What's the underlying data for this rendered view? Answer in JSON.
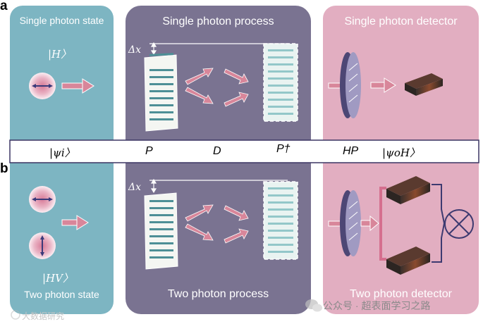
{
  "labels": {
    "a": "a",
    "b": "b"
  },
  "panels": {
    "state_top": "Single photon state",
    "process_top": "Single photon process",
    "detector_top": "Single photon detector",
    "state_bottom": "Two photon state",
    "process_bottom": "Two photon process",
    "detector_bottom": "Two photon detector"
  },
  "states": {
    "single": "|H〉",
    "two": "|HV〉"
  },
  "offset_label": "Δx",
  "bar": {
    "psi_i": "|ψi〉",
    "p": "P",
    "d": "D",
    "p_dagger": "P†",
    "hp": "HP",
    "psi_oh": "|ψoH〉"
  },
  "watermark": {
    "left": "大数据研究",
    "right": "公众号 · 超表面学习之路"
  },
  "colors": {
    "state_panel": "#7db5c2",
    "process_panel": "#7a7391",
    "detector_panel": "#e2aec1",
    "arrow": "#d8869a",
    "lens": "#5c5680",
    "metasurface": "#4d8f96"
  }
}
